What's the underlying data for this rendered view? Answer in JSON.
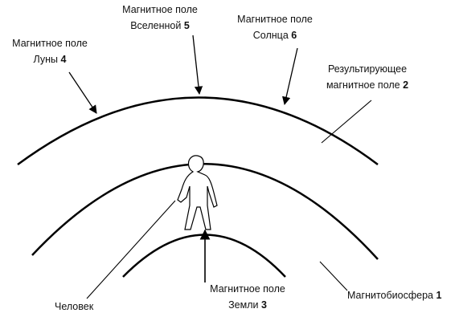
{
  "labels": {
    "moon": {
      "line1": "Магнитное поле",
      "line2": "Луны",
      "number": "4"
    },
    "universe": {
      "line1": "Магнитное поле",
      "line2": "Вселенной",
      "number": "5"
    },
    "sun": {
      "line1": "Магнитное поле",
      "line2": "Солнца",
      "number": "6"
    },
    "resultant": {
      "line1": "Результирующее",
      "line2": "магнитное поле",
      "number": "2"
    },
    "earth": {
      "line1": "Магнитное поле",
      "line2": "Земли",
      "number": "3"
    },
    "human": {
      "text": "Человек"
    },
    "biosphere": {
      "text": "Магнитобиосфера",
      "number": "1"
    }
  },
  "colors": {
    "stroke": "#000000",
    "background": "#ffffff"
  }
}
